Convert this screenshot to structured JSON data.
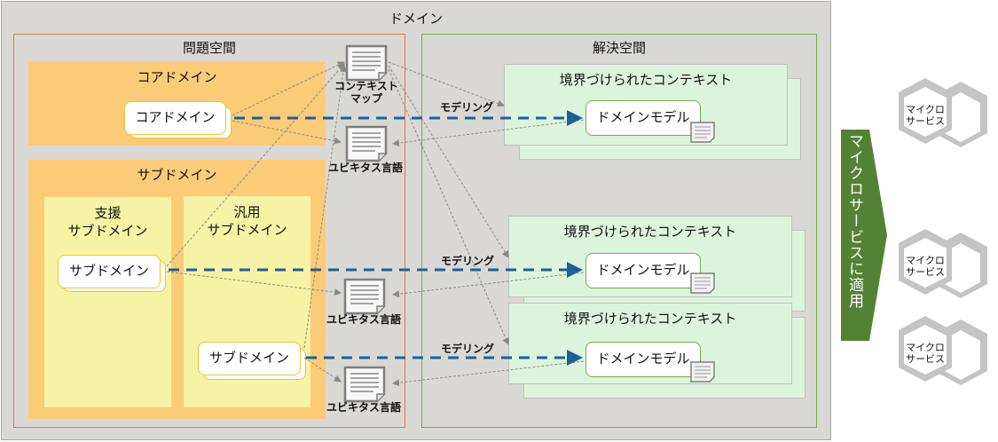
{
  "domain": {
    "title": "ドメイン"
  },
  "problem_space": {
    "title": "問題空間",
    "core_domain": {
      "title": "コアドメイン",
      "card": "コアドメイン"
    },
    "subdomain": {
      "title": "サブドメイン",
      "supporting": {
        "title_line1": "支援",
        "title_line2": "サブドメイン",
        "card": "サブドメイン"
      },
      "generic": {
        "title_line1": "汎用",
        "title_line2": "サブドメイン",
        "card": "サブドメイン"
      }
    }
  },
  "artifacts": {
    "context_map": {
      "line1": "コンテキスト",
      "line2": "マップ"
    },
    "ubiquitous_language": [
      "ユビキタス言語",
      "ユビキタス言語",
      "ユビキタス言語"
    ]
  },
  "solution_space": {
    "title": "解決空間",
    "bounded_contexts": [
      {
        "title": "境界づけられたコンテキスト",
        "model": "ドメインモデル"
      },
      {
        "title": "境界づけられたコンテキスト",
        "model": "ドメインモデル"
      },
      {
        "title": "境界づけられたコンテキスト",
        "model": "ドメインモデル"
      }
    ]
  },
  "modeling_labels": [
    "モデリング",
    "モデリング",
    "モデリング"
  ],
  "apply_arrow": {
    "label": "マイクロサービスに適用",
    "color": "#548235"
  },
  "microservices": [
    {
      "line1": "マイクロ",
      "line2": "サービス"
    },
    {
      "line1": "マイクロ",
      "line2": "サービス"
    },
    {
      "line1": "マイクロ",
      "line2": "サービス"
    }
  ],
  "colors": {
    "domain_bg": "#dad8d4",
    "problem_border": "#e07b39",
    "solution_border": "#70ad47",
    "domain_box": "#fbcb78",
    "subdomain_inner": "#f6f3a4",
    "bounded_context": "#dcf4dc",
    "modeling_line": "#1f5f99"
  }
}
